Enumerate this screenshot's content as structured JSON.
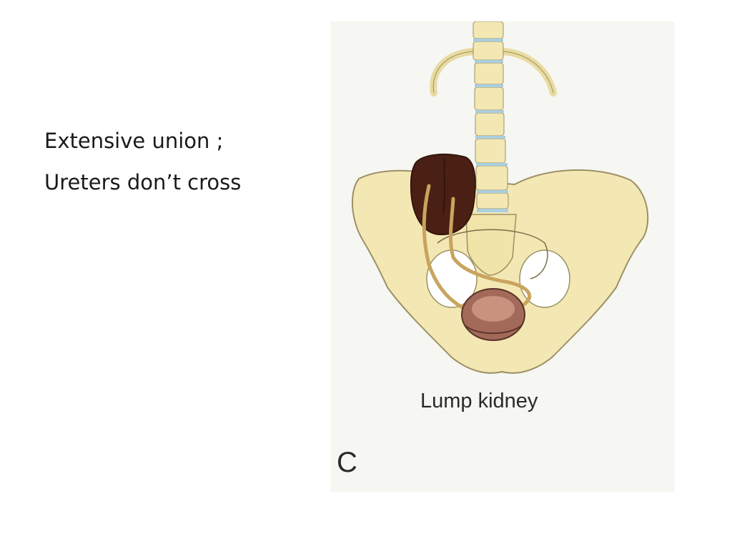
{
  "slide": {
    "lines": [
      "Extensive union ;",
      "Ureters don’t cross"
    ]
  },
  "figure": {
    "caption": "Lump kidney",
    "panel_letter": "C"
  },
  "colors": {
    "bone": "#f3e8b3",
    "bone_outline": "#9c9066",
    "kidney": "#4a1f14",
    "ureter": "#c9a45e",
    "bladder": "#a36a5a",
    "disc": "#a9cfe0"
  }
}
